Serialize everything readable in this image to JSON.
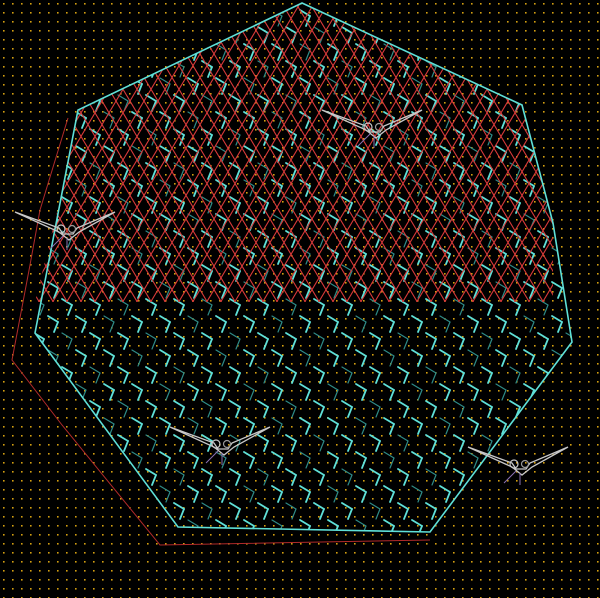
{
  "palette": {
    "background": "#000000",
    "dot": "#d4a010",
    "arena_outline": "#5fe0d8",
    "cyan_pattern": "#5fe0d8",
    "cyan_pattern_dark": "#2f8c88",
    "red_pattern": "#d83a3a",
    "red_outline": "#b02a2a",
    "ship_outline": "#c8c8c8",
    "ship_body": "#9a9a9a",
    "ship_tail": "#8a70b0"
  },
  "scene": {
    "arena_shape": "heptagon",
    "pattern_upper": "red-lattice",
    "pattern_lower": "cyan-chevrons"
  },
  "ships": [
    {
      "name": "ship-upper-center",
      "icon": "winged-glider-icon",
      "heading": "right"
    },
    {
      "name": "ship-left",
      "icon": "winged-glider-icon",
      "heading": "right"
    },
    {
      "name": "ship-lower-center",
      "icon": "winged-glider-icon",
      "heading": "right"
    },
    {
      "name": "ship-lower-right",
      "icon": "winged-glider-icon",
      "heading": "right"
    }
  ]
}
